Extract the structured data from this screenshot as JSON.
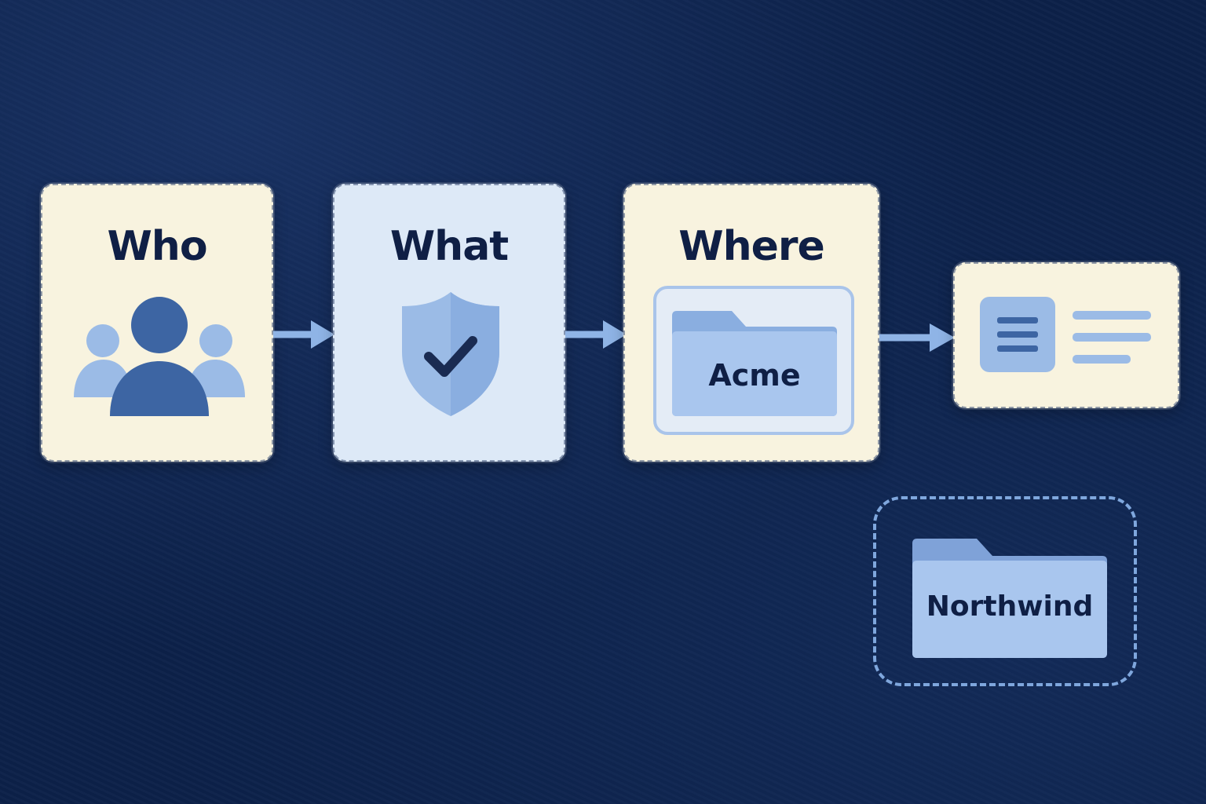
{
  "cards": {
    "who": {
      "title": "Who"
    },
    "what": {
      "title": "What"
    },
    "where": {
      "title": "Where",
      "folder_label": "Acme"
    }
  },
  "detached_folder": {
    "label": "Northwind"
  },
  "icons": {
    "who": "users-group-icon",
    "what": "shield-check-icon",
    "where": "folder-icon",
    "result": "document-details-icon",
    "detached": "folder-icon"
  },
  "colors": {
    "background": "#0c2149",
    "card_cream": "#f8f3df",
    "card_blue": "#dde9f7",
    "accent_blue": "#8fb4e6",
    "dark_blue": "#3d65a3",
    "text": "#0f1f45"
  }
}
